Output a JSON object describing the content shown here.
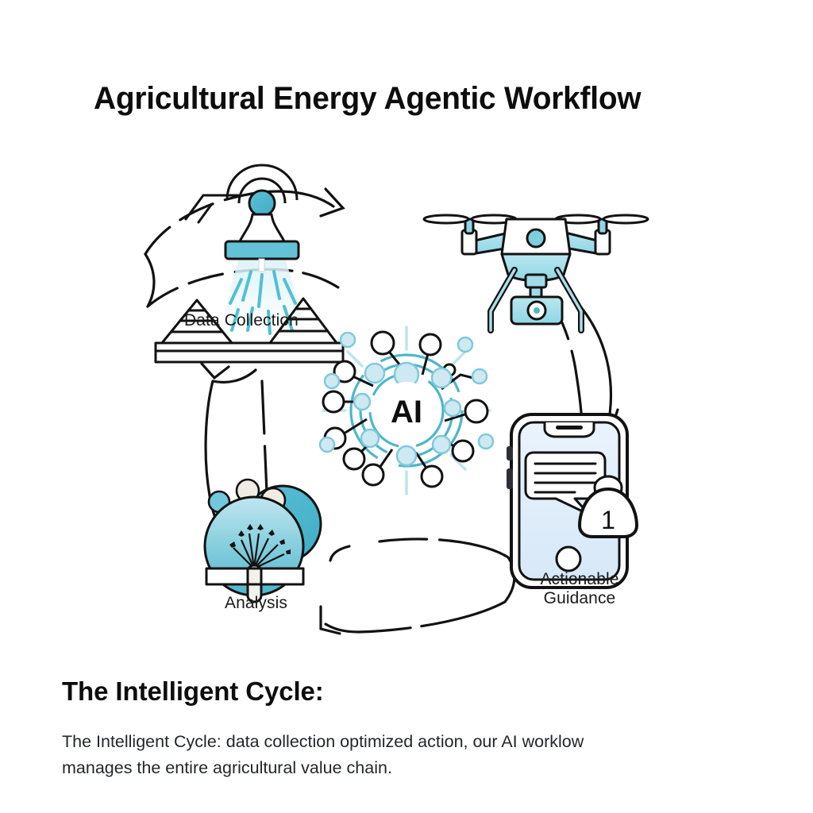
{
  "meta": {
    "background_color": "#ffffff",
    "accent_teal": "#4db6cc",
    "accent_light_blue": "#bfe4ef",
    "screen_blue": "#e2eefb",
    "ink": "#111111"
  },
  "header": {
    "title": "Agricultural Energy Agentic Workflow"
  },
  "diagram": {
    "center_label": "AI",
    "nodes": [
      {
        "id": "data-collection",
        "label": "Data Collection",
        "icon": "sprinkler-sensor-icon"
      },
      {
        "id": "drone",
        "label": "",
        "icon": "drone-icon"
      },
      {
        "id": "actionable-guidance",
        "label": "Actionable Guidance",
        "label_line_1": "Actionable",
        "label_line_2": "Guidance",
        "icon": "smartphone-notification-icon"
      },
      {
        "id": "analysis",
        "label": "Analysis",
        "icon": "analysis-bubbles-icon"
      }
    ],
    "phone": {
      "badge_count": "1",
      "badge_icon": "bell-icon"
    },
    "arrows": [
      {
        "id": "arrow-collection-to-drone",
        "from": "data-collection",
        "to": "drone",
        "direction": "clockwise"
      },
      {
        "id": "arrow-drone-to-guidance",
        "from": "drone",
        "to": "actionable-guidance",
        "direction": "clockwise"
      },
      {
        "id": "arrow-guidance-to-analysis",
        "from": "actionable-guidance",
        "to": "analysis",
        "direction": "clockwise"
      },
      {
        "id": "arrow-analysis-to-collection",
        "from": "analysis",
        "to": "data-collection",
        "direction": "clockwise"
      }
    ]
  },
  "footer": {
    "heading": "The Intelligent Cycle:",
    "body": "The Intelligent Cycle: data collection optimized action, our AI worklow manages the entire agricultural value chain."
  }
}
